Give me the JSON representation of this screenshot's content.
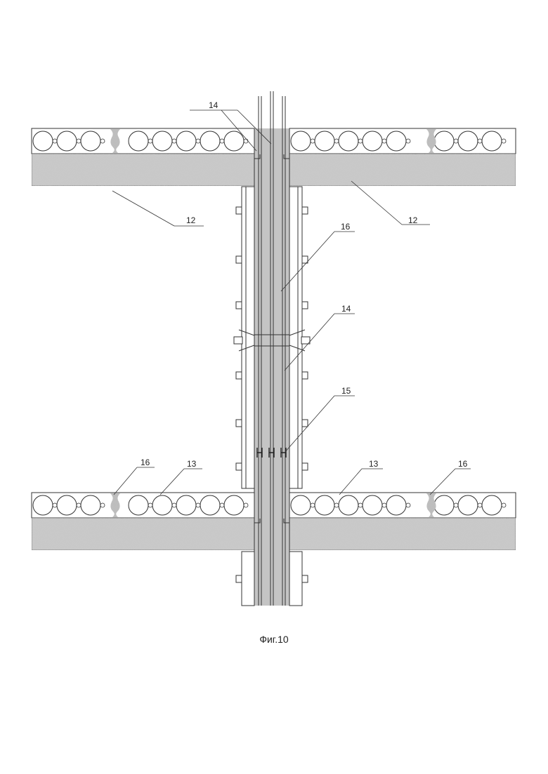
{
  "figure": {
    "caption": "Фиг.10"
  },
  "labels": {
    "l14_top": "14",
    "l12_left": "12",
    "l12_right": "12",
    "l16_column": "16",
    "l14_mid": "14",
    "l15": "15",
    "l16_left": "16",
    "l13_left": "13",
    "l13_right": "13",
    "l16_right": "16"
  },
  "colors": {
    "concrete": "#c9c9c9",
    "line": "#333333"
  }
}
